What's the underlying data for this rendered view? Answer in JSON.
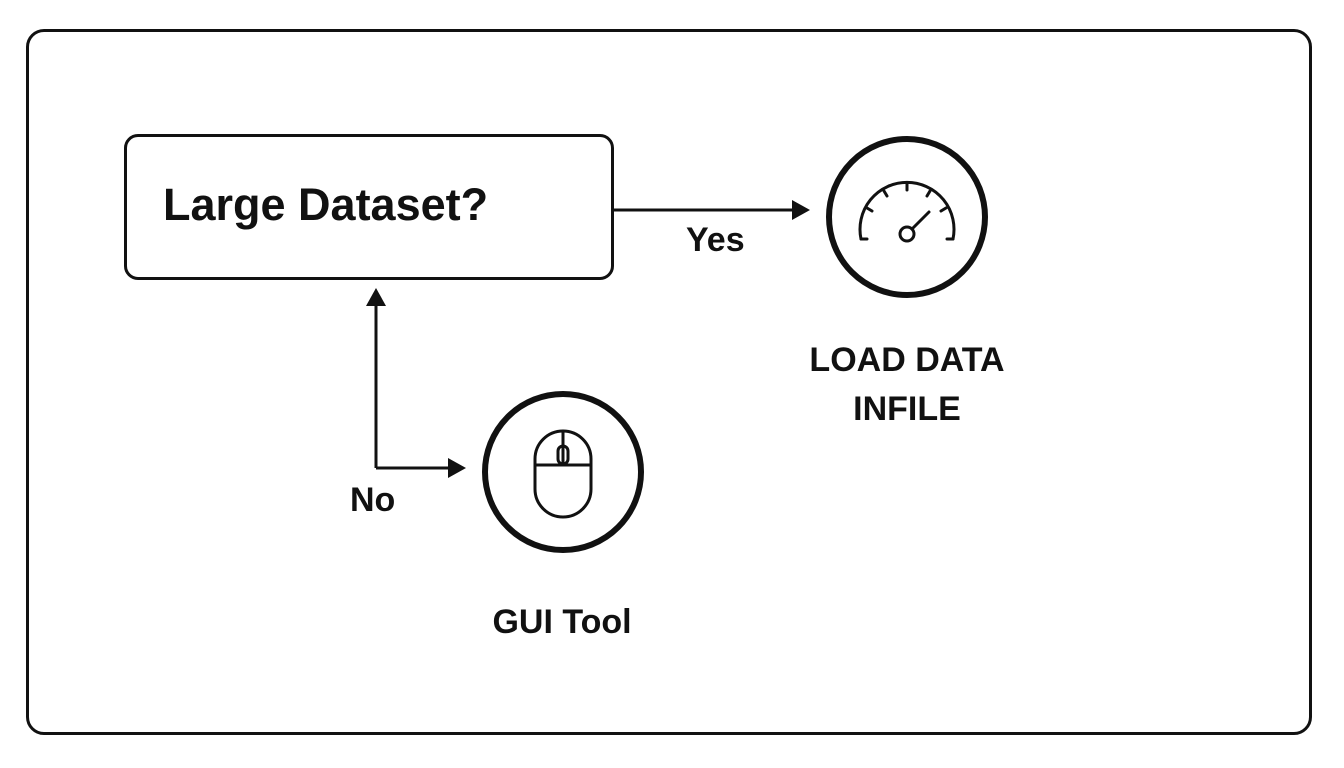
{
  "diagram": {
    "decision": {
      "label": "Large Dataset?"
    },
    "edges": {
      "yes_label": "Yes",
      "no_label": "No"
    },
    "nodes": {
      "load_data": {
        "label_line1": "LOAD DATA",
        "label_line2": "INFILE",
        "icon": "speedometer-icon"
      },
      "gui_tool": {
        "label": "GUI Tool",
        "icon": "mouse-icon"
      }
    }
  }
}
